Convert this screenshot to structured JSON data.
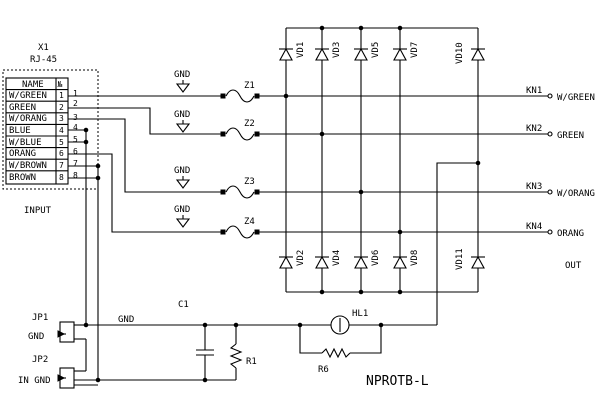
{
  "connector": {
    "ref": "X1",
    "type": "RJ-45",
    "header_name": "NAME",
    "header_num": "№",
    "rows": [
      {
        "name": "W/GREEN",
        "num": "1"
      },
      {
        "name": "GREEN",
        "num": "2"
      },
      {
        "name": "W/ORANG",
        "num": "3"
      },
      {
        "name": "BLUE",
        "num": "4"
      },
      {
        "name": "W/BLUE",
        "num": "5"
      },
      {
        "name": "ORANG",
        "num": "6"
      },
      {
        "name": "W/BROWN",
        "num": "7"
      },
      {
        "name": "BROWN",
        "num": "8"
      }
    ],
    "input_label": "INPUT"
  },
  "gnd_label": "GND",
  "fuses": [
    "Z1",
    "Z2",
    "Z3",
    "Z4"
  ],
  "diodes_top": [
    "VD1",
    "VD3",
    "VD5",
    "VD7",
    "VD10"
  ],
  "diodes_bottom": [
    "VD2",
    "VD4",
    "VD6",
    "VD8",
    "VD11"
  ],
  "outputs": [
    {
      "ref": "KN1",
      "label": "W/GREEN"
    },
    {
      "ref": "KN2",
      "label": "GREEN"
    },
    {
      "ref": "KN3",
      "label": "W/ORANG"
    },
    {
      "ref": "KN4",
      "label": "ORANG"
    }
  ],
  "out_label": "OUT",
  "jumpers": [
    {
      "ref": "JP1",
      "label": "GND"
    },
    {
      "ref": "JP2",
      "label": "IN GND"
    }
  ],
  "gnd_wire_label": "GND",
  "capacitor": "C1",
  "resistors": [
    "R1",
    "R6"
  ],
  "lamp": "HL1",
  "model": "NPROTB-L"
}
